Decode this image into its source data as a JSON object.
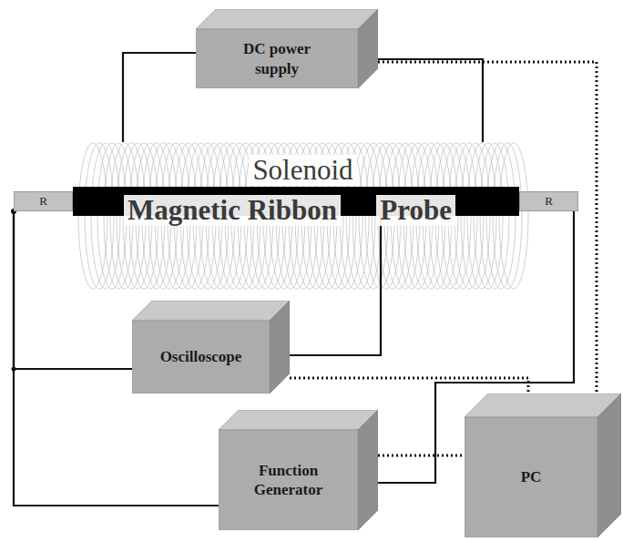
{
  "diagram": {
    "nodes": [
      {
        "text": [
          "DC power supply"
        ]
      },
      {
        "text": [
          "Solenoid"
        ]
      },
      {
        "text": [
          "R"
        ]
      },
      {
        "text": [
          "Magnetic Ribbon",
          "Probe"
        ],
        "in": 1
      },
      {
        "text": [
          "R"
        ]
      },
      {
        "text": [
          "Oscilloscope"
        ]
      },
      {
        "text": [
          "PC"
        ]
      },
      {
        "text": [
          "Function Generator"
        ]
      }
    ],
    "edges": [
      {
        "from": 0,
        "to": 1,
        "arrow": "none"
      },
      {
        "from": 0,
        "to": 1,
        "arrow": "none"
      },
      {
        "from": 3,
        "to": 5,
        "arrow": "none"
      },
      {
        "from": 4,
        "to": 7,
        "arrow": "none"
      },
      {
        "from": 2,
        "to": 5,
        "arrow": "none"
      },
      {
        "from": 2,
        "to": 7,
        "arrow": "none"
      },
      {
        "from": 0,
        "to": 6,
        "arrow": "none"
      },
      {
        "from": 5,
        "to": 6,
        "arrow": "none"
      },
      {
        "from": 7,
        "to": 6,
        "arrow": "none"
      }
    ]
  }
}
